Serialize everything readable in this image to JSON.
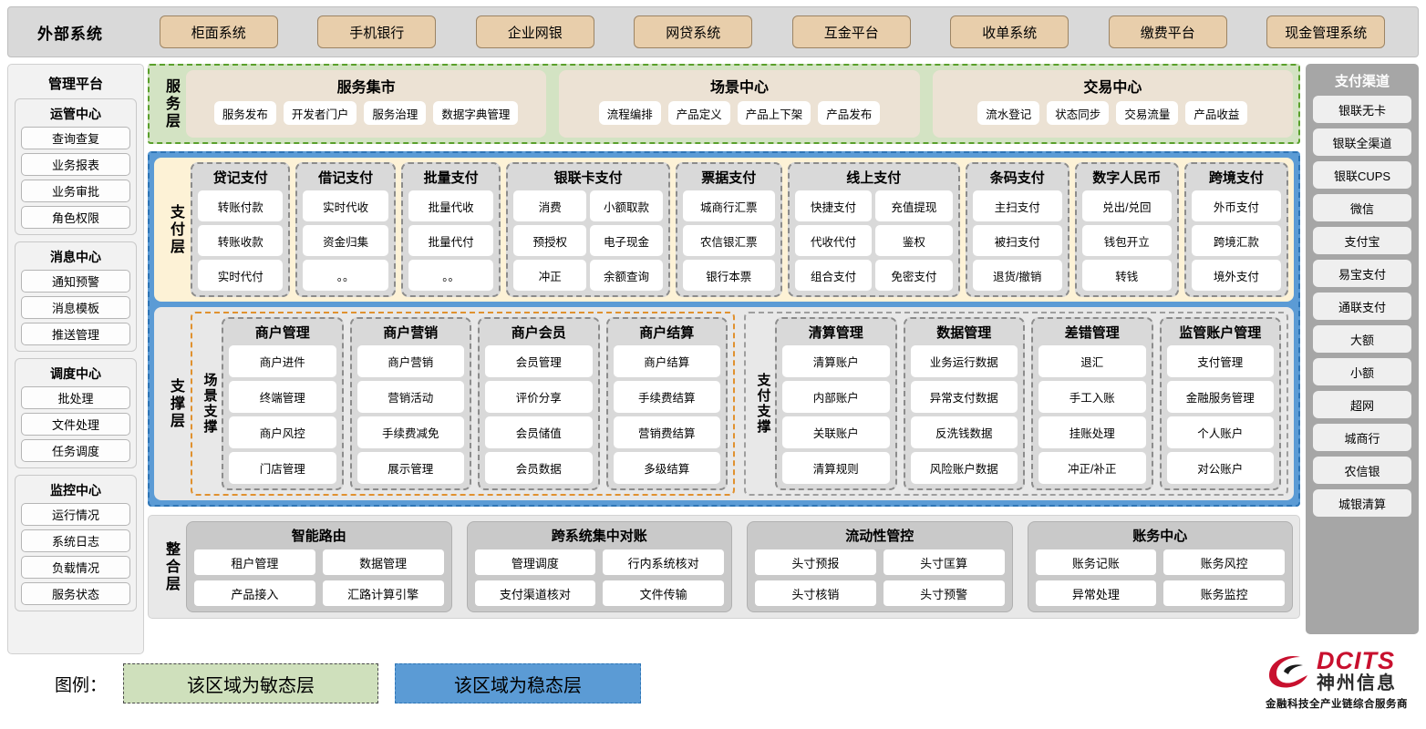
{
  "top_bar": {
    "title": "外部系统",
    "items": [
      "柜面系统",
      "手机银行",
      "企业网银",
      "网贷系统",
      "互金平台",
      "收单系统",
      "缴费平台",
      "现金管理系统"
    ]
  },
  "left_sidebar": {
    "title": "管理平台",
    "groups": [
      {
        "title": "运管中心",
        "items": [
          "查询查复",
          "业务报表",
          "业务审批",
          "角色权限"
        ]
      },
      {
        "title": "消息中心",
        "items": [
          "通知预警",
          "消息模板",
          "推送管理"
        ]
      },
      {
        "title": "调度中心",
        "items": [
          "批处理",
          "文件处理",
          "任务调度"
        ]
      },
      {
        "title": "监控中心",
        "items": [
          "运行情况",
          "系统日志",
          "负载情况",
          "服务状态"
        ]
      }
    ]
  },
  "right_sidebar": {
    "title": "支付渠道",
    "items": [
      "银联无卡",
      "银联全渠道",
      "银联CUPS",
      "微信",
      "支付宝",
      "易宝支付",
      "通联支付",
      "大额",
      "小额",
      "超网",
      "城商行",
      "农信银",
      "城银清算"
    ]
  },
  "service_layer": {
    "label": "服务层",
    "groups": [
      {
        "title": "服务集市",
        "items": [
          "服务发布",
          "开发者门户",
          "服务治理",
          "数据字典管理"
        ]
      },
      {
        "title": "场景中心",
        "items": [
          "流程编排",
          "产品定义",
          "产品上下架",
          "产品发布"
        ]
      },
      {
        "title": "交易中心",
        "items": [
          "流水登记",
          "状态同步",
          "交易流量",
          "产品收益"
        ]
      }
    ]
  },
  "payment_layer": {
    "label": "支付层",
    "groups": [
      {
        "title": "贷记支付",
        "cols": 1,
        "flex": 1.0,
        "items": [
          "转账付款",
          "转账收款",
          "实时代付"
        ]
      },
      {
        "title": "借记支付",
        "cols": 1,
        "flex": 1.0,
        "items": [
          "实时代收",
          "资金归集",
          "。。"
        ]
      },
      {
        "title": "批量支付",
        "cols": 1,
        "flex": 1.0,
        "items": [
          "批量代收",
          "批量代付",
          "。。"
        ]
      },
      {
        "title": "银联卡支付",
        "cols": 2,
        "flex": 1.75,
        "items": [
          "消费",
          "小额取款",
          "预授权",
          "电子现金",
          "冲正",
          "余额查询"
        ]
      },
      {
        "title": "票据支付",
        "cols": 1,
        "flex": 1.08,
        "items": [
          "城商行汇票",
          "农信银汇票",
          "银行本票"
        ]
      },
      {
        "title": "线上支付",
        "cols": 2,
        "flex": 1.85,
        "items": [
          "快捷支付",
          "充值提现",
          "代收代付",
          "鉴权",
          "组合支付",
          "免密支付"
        ]
      },
      {
        "title": "条码支付",
        "cols": 1,
        "flex": 1.05,
        "items": [
          "主扫支付",
          "被扫支付",
          "退货/撤销"
        ]
      },
      {
        "title": "数字人民币",
        "cols": 1,
        "flex": 1.05,
        "items": [
          "兑出/兑回",
          "钱包开立",
          "转钱"
        ]
      },
      {
        "title": "跨境支付",
        "cols": 1,
        "flex": 1.05,
        "items": [
          "外币支付",
          "跨境汇款",
          "境外支付"
        ]
      }
    ]
  },
  "support_layer": {
    "label": "支撑层",
    "zones": [
      {
        "label": "场景支撑",
        "style": "scene",
        "groups": [
          {
            "title": "商户管理",
            "items": [
              "商户进件",
              "终端管理",
              "商户风控",
              "门店管理"
            ]
          },
          {
            "title": "商户营销",
            "items": [
              "商户营销",
              "营销活动",
              "手续费减免",
              "展示管理"
            ]
          },
          {
            "title": "商户会员",
            "items": [
              "会员管理",
              "评价分享",
              "会员储值",
              "会员数据"
            ]
          },
          {
            "title": "商户结算",
            "items": [
              "商户结算",
              "手续费结算",
              "营销费结算",
              "多级结算"
            ]
          }
        ]
      },
      {
        "label": "支付支撑",
        "style": "paysup",
        "groups": [
          {
            "title": "清算管理",
            "items": [
              "清算账户",
              "内部账户",
              "关联账户",
              "清算规则"
            ]
          },
          {
            "title": "数据管理",
            "items": [
              "业务运行数据",
              "异常支付数据",
              "反洗钱数据",
              "风险账户数据"
            ]
          },
          {
            "title": "差错管理",
            "items": [
              "退汇",
              "手工入账",
              "挂账处理",
              "冲正/补正"
            ]
          },
          {
            "title": "监管账户管理",
            "items": [
              "支付管理",
              "金融服务管理",
              "个人账户",
              "对公账户"
            ]
          }
        ]
      }
    ]
  },
  "integration_layer": {
    "label": "整合层",
    "groups": [
      {
        "title": "智能路由",
        "items": [
          "租户管理",
          "数据管理",
          "产品接入",
          "汇路计算引擎"
        ]
      },
      {
        "title": "跨系统集中对账",
        "items": [
          "管理调度",
          "行内系统核对",
          "支付渠道核对",
          "文件传输"
        ]
      },
      {
        "title": "流动性管控",
        "items": [
          "头寸预报",
          "头寸匡算",
          "头寸核销",
          "头寸预警"
        ]
      },
      {
        "title": "账务中心",
        "items": [
          "账务记账",
          "账务风控",
          "异常处理",
          "账务监控"
        ]
      }
    ]
  },
  "legend": {
    "label": "图例：",
    "agile": "该区域为敏态层",
    "stable": "该区域为稳态层"
  },
  "logo": {
    "brand_en": "DCITS",
    "brand_cn": "神州信息",
    "tagline": "金融科技全产业链综合服务商"
  },
  "colors": {
    "agile_green": "#d3e3c3",
    "stable_blue": "#5b9bd5",
    "payment_yellow": "#fdf2d6",
    "external_tan": "#e8ceab",
    "brand_red": "#c8102e"
  }
}
